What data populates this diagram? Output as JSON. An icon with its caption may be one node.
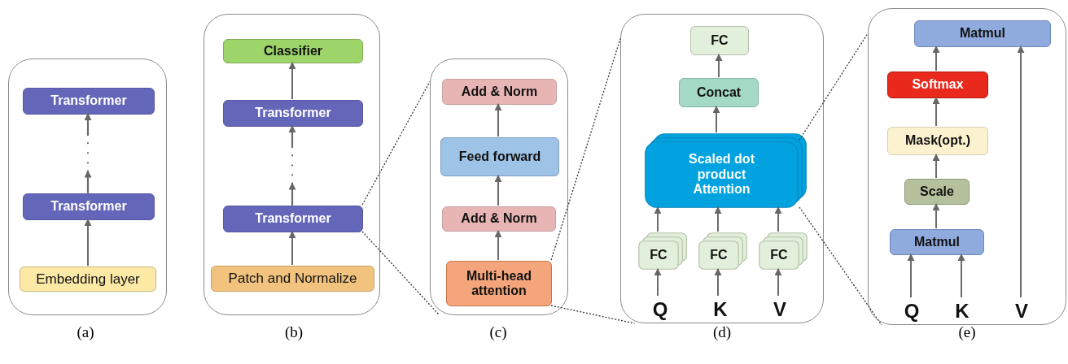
{
  "diagram": {
    "nodes": [
      {
        "text": [],
        "shape": "box"
      },
      {
        "text": [
          "Transformer"
        ],
        "in": 0
      },
      {
        "text": [
          "Transformer"
        ],
        "in": 0
      },
      {
        "text": [
          "Embedding layer"
        ],
        "in": 0
      },
      {
        "text": [],
        "shape": "box"
      },
      {
        "text": [
          "Classifier"
        ],
        "in": 4
      },
      {
        "text": [
          "Transformer"
        ],
        "in": 4
      },
      {
        "text": [
          "Transformer"
        ],
        "in": 4
      },
      {
        "text": [
          "Patch and Normalize"
        ],
        "in": 4
      },
      {
        "text": [],
        "shape": "box"
      },
      {
        "text": [
          "Add & Norm"
        ],
        "in": 9
      },
      {
        "text": [
          "Feed forward"
        ],
        "in": 9
      },
      {
        "text": [
          "Add & Norm"
        ],
        "in": 9
      },
      {
        "text": [
          "Multi-head attention"
        ],
        "in": 9
      },
      {
        "text": [],
        "shape": "box"
      },
      {
        "text": [
          "FC"
        ],
        "in": 14
      },
      {
        "text": [
          "Concat"
        ],
        "in": 14
      },
      {
        "text": [
          "Scaled dot product Attention"
        ],
        "in": 14
      },
      {
        "text": [
          "FC"
        ],
        "in": 14
      },
      {
        "text": [
          "FC"
        ],
        "in": 14
      },
      {
        "text": [
          "FC"
        ],
        "in": 14
      },
      {
        "text": [
          "Q"
        ],
        "in": 14
      },
      {
        "text": [
          "K"
        ],
        "in": 14
      },
      {
        "text": [
          "V"
        ],
        "in": 14
      },
      {
        "text": [],
        "shape": "box"
      },
      {
        "text": [
          "Matmul"
        ],
        "in": 24
      },
      {
        "text": [
          "Softmax"
        ],
        "in": 24
      },
      {
        "text": [
          "Mask(opt.)"
        ],
        "in": 24
      },
      {
        "text": [
          "Scale"
        ],
        "in": 24
      },
      {
        "text": [
          "Matmul"
        ],
        "in": 24
      },
      {
        "text": [
          "Q"
        ],
        "in": 24
      },
      {
        "text": [
          "K"
        ],
        "in": 24
      },
      {
        "text": [
          "V"
        ],
        "in": 24
      }
    ],
    "edges": [
      {
        "from": 3,
        "to": 2,
        "arrow": "to"
      },
      {
        "from": 2,
        "to": 1,
        "arrow": "to",
        "style": "dashed"
      },
      {
        "from": 8,
        "to": 7,
        "arrow": "to"
      },
      {
        "from": 7,
        "to": 6,
        "arrow": "to",
        "style": "dashed"
      },
      {
        "from": 6,
        "to": 5,
        "arrow": "to"
      },
      {
        "from": 13,
        "to": 12,
        "arrow": "to"
      },
      {
        "from": 12,
        "to": 11,
        "arrow": "to"
      },
      {
        "from": 11,
        "to": 10,
        "arrow": "to"
      },
      {
        "from": 21,
        "to": 18,
        "arrow": "to"
      },
      {
        "from": 22,
        "to": 19,
        "arrow": "to"
      },
      {
        "from": 23,
        "to": 20,
        "arrow": "to"
      },
      {
        "from": 18,
        "to": 17,
        "arrow": "to"
      },
      {
        "from": 19,
        "to": 17,
        "arrow": "to"
      },
      {
        "from": 20,
        "to": 17,
        "arrow": "to"
      },
      {
        "from": 17,
        "to": 16,
        "arrow": "to"
      },
      {
        "from": 16,
        "to": 15,
        "arrow": "to"
      },
      {
        "from": 30,
        "to": 29,
        "arrow": "to"
      },
      {
        "from": 31,
        "to": 29,
        "arrow": "to"
      },
      {
        "from": 29,
        "to": 28,
        "arrow": "to"
      },
      {
        "from": 28,
        "to": 27,
        "arrow": "to"
      },
      {
        "from": 27,
        "to": 26,
        "arrow": "to"
      },
      {
        "from": 26,
        "to": 25,
        "arrow": "to"
      },
      {
        "from": 32,
        "to": 25,
        "arrow": "to"
      },
      {
        "from": 7,
        "to": 9,
        "arrow": "none",
        "style": "dashed"
      },
      {
        "from": 7,
        "to": 9,
        "arrow": "none",
        "style": "dashed"
      },
      {
        "from": 13,
        "to": 14,
        "arrow": "none",
        "style": "dashed"
      },
      {
        "from": 13,
        "to": 14,
        "arrow": "none",
        "style": "dashed"
      },
      {
        "from": 17,
        "to": 24,
        "arrow": "none",
        "style": "dashed"
      },
      {
        "from": 17,
        "to": 24,
        "arrow": "none",
        "style": "dashed"
      }
    ],
    "labels": [
      "(a)",
      "(b)",
      "(c)",
      "(d)",
      "(e)"
    ]
  }
}
